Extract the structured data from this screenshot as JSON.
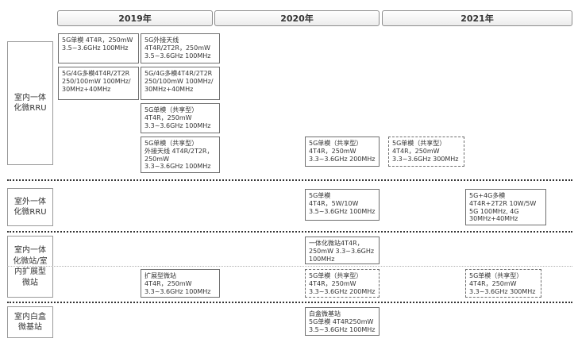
{
  "years": [
    "2019年",
    "2020年",
    "2021年"
  ],
  "rows": [
    "室内一体\n化微RRU",
    "室外一体\n化微RRU",
    "室内一体\n化微站/室\n内扩展型\n微站",
    "室内白盒\n微基站"
  ],
  "cards": {
    "c1": "5G单模 4T4R，250mW\n3.5~3.6GHz 100MHz",
    "c2": "5G外接天线\n4T4R/2T2R，250mW\n3.5~3.6GHz 100MHz",
    "c3": "5G/4G多模4T4R/2T2R\n250/100mW 100MHz/\n30MHz+40MHz",
    "c4": "5G/4G多模4T4R/2T2R\n250/100mW 100MHz/\n30MHz+40MHz",
    "c5": "5G单模（共享型）\n4T4R，250mW\n3.3~3.6GHz 100MHz",
    "c6": "5G单模（共享型）\n外接天线 4T4R/2T2R，\n250mW\n3.3~3.6GHz 100MHz",
    "c7": "5G单模（共享型）\n4T4R，250mW\n3.3~3.6GHz 200MHz",
    "c8": "5G单模（共享型）\n4T4R，250mW\n3.3~3.6GHz 300MHz",
    "c9": "5G单模\n4T4R，5W/10W\n3.5~3.6GHz 100MHz",
    "c10": "5G+4G多模\n4T4R+2T2R 10W/5W\n5G 100MHz, 4G\n30MHz+40MHz",
    "c11": "一体化微站4T4R，\n250mW 3.3~3.6GHz\n100MHz",
    "c12": "扩展型微站\n4T4R，250mW\n3.3~3.6GHz 100MHz",
    "c13": "5G单模（共享型）\n4T4R，250mW\n3.3~3.6GHz 200MHz",
    "c14": "5G单模（共享型）\n4T4R，250mW\n3.3~3.6GHz 300MHz",
    "c15": "白盒微基站\n5G单模 4T4R250mW\n3.5~3.6GHz 100MHz"
  }
}
